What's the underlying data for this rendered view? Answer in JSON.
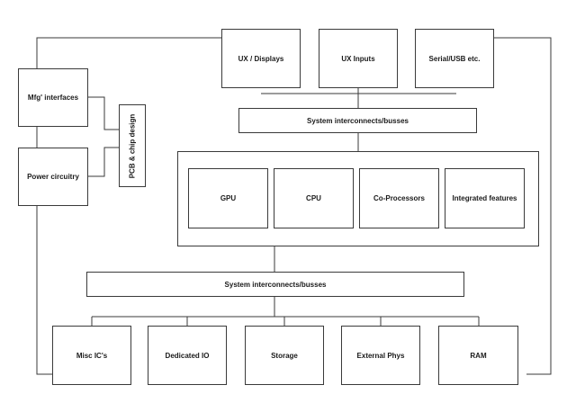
{
  "top_row": {
    "ux_displays": "UX / Displays",
    "ux_inputs": "UX Inputs",
    "serial_usb": "Serial/USB etc."
  },
  "interconnect_top": "System interconnects/busses",
  "processors": {
    "gpu": "GPU",
    "cpu": "CPU",
    "co_processors": "Co-Processors",
    "integrated_features": "Integrated features"
  },
  "interconnect_bottom": "System interconnects/busses",
  "bottom_row": {
    "misc_ics": "Misc IC's",
    "dedicated_io": "Dedicated IO",
    "storage": "Storage",
    "external_phys": "External Phys",
    "ram": "RAM"
  },
  "left_column": {
    "mfg_interfaces": "Mfg' interfaces",
    "power_circuitry": "Power circuitry",
    "pcb_chip_design": "PCB & chip design"
  }
}
